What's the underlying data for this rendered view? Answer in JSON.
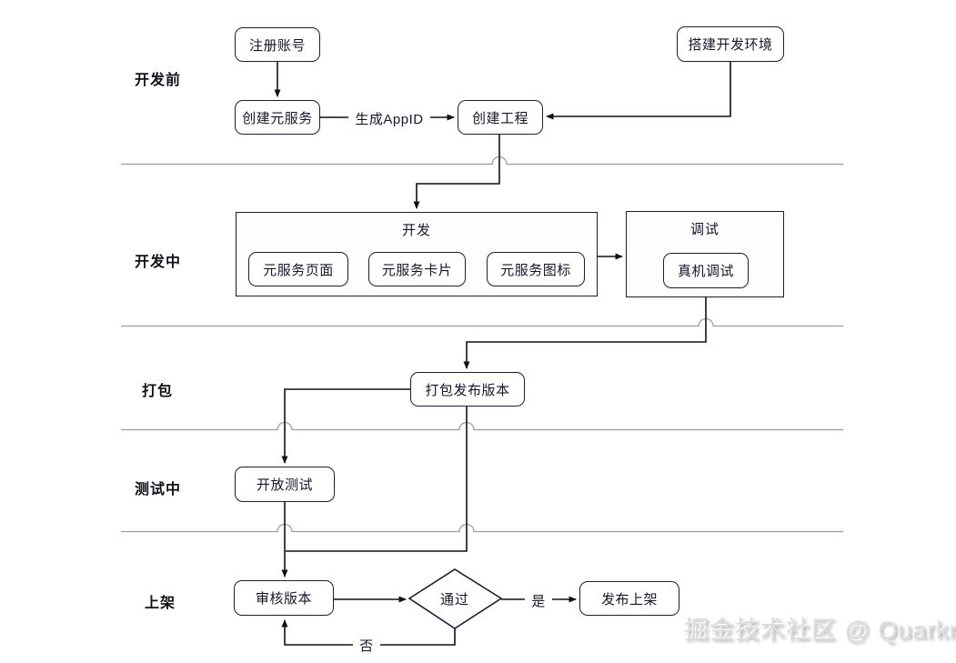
{
  "sections": [
    {
      "label": "开发前"
    },
    {
      "label": "开发中"
    },
    {
      "label": "打包"
    },
    {
      "label": "测试中"
    },
    {
      "label": "上架"
    }
  ],
  "nodes": {
    "register": "注册账号",
    "create_service": "创建元服务",
    "create_project": "创建工程",
    "setup_env": "搭建开发环境",
    "service_page": "元服务页面",
    "service_card": "元服务卡片",
    "service_icon": "元服务图标",
    "device_debug": "真机调试",
    "package_release": "打包发布版本",
    "open_test": "开放测试",
    "review_version": "审核版本",
    "pass_decision": "通过",
    "publish": "发布上架"
  },
  "groups": {
    "dev": {
      "title": "开发"
    },
    "debug": {
      "title": "调试"
    }
  },
  "edge_labels": {
    "gen_appid": "生成AppID",
    "yes": "是",
    "no": "否"
  },
  "watermark": "掘金技术社区 @ Quarkn",
  "colors": {
    "node_border": "#1d1d38",
    "flow_line": "#111111",
    "divider": "#9b9b9b",
    "watermark": "#dddddd",
    "background": "#ffffff"
  }
}
